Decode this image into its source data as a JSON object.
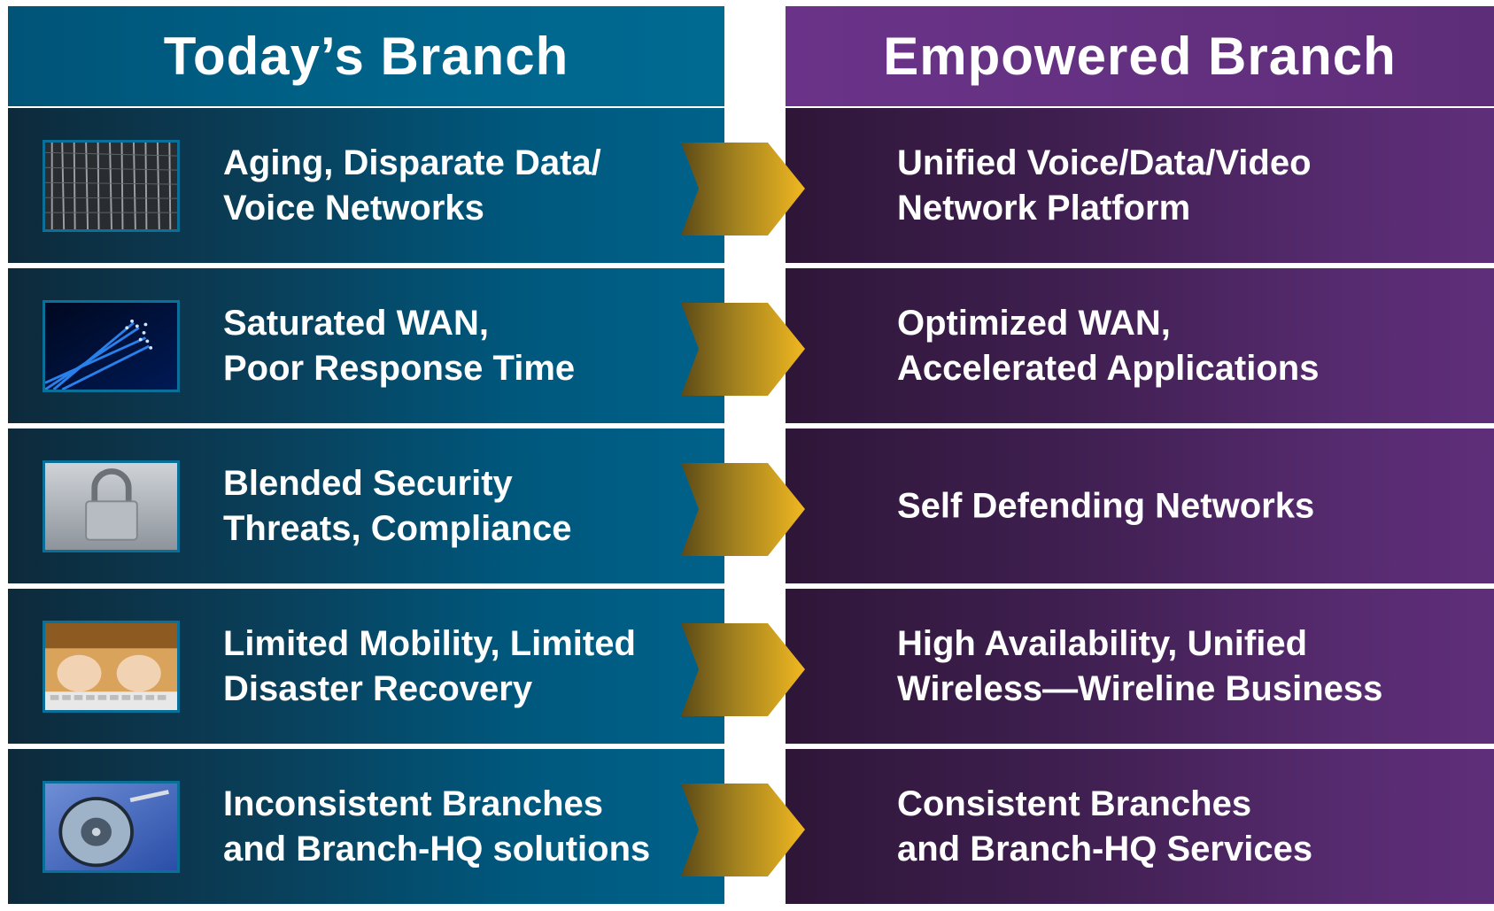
{
  "left": {
    "title": "Today’s Branch",
    "rows": [
      {
        "line1": "Aging, Disparate Data/",
        "line2": "Voice Networks",
        "image": "server-rack-image"
      },
      {
        "line1": "Saturated WAN,",
        "line2": "Poor Response Time",
        "image": "fiber-optics-image"
      },
      {
        "line1": "Blended Security",
        "line2": "Threats, Compliance",
        "image": "padlock-image"
      },
      {
        "line1": "Limited Mobility, Limited",
        "line2": "Disaster Recovery",
        "image": "hands-keyboard-image"
      },
      {
        "line1": "Inconsistent Branches",
        "line2": "and Branch-HQ solutions",
        "image": "hard-disk-image"
      }
    ]
  },
  "right": {
    "title": "Empowered Branch",
    "rows": [
      {
        "line1": "Unified Voice/Data/Video",
        "line2": "Network Platform"
      },
      {
        "line1": "Optimized WAN,",
        "line2": "Accelerated Applications"
      },
      {
        "line1": "Self Defending Networks",
        "line2": ""
      },
      {
        "line1": "High Availability, Unified",
        "line2": "Wireless—Wireline Business"
      },
      {
        "line1": "Consistent Branches",
        "line2": "and Branch-HQ Services"
      }
    ]
  },
  "colors": {
    "left_accent": "#00658c",
    "right_accent": "#63307f",
    "arrow_gold": "#e9b324"
  },
  "arrow_icon": "chevron-arrow-icon"
}
